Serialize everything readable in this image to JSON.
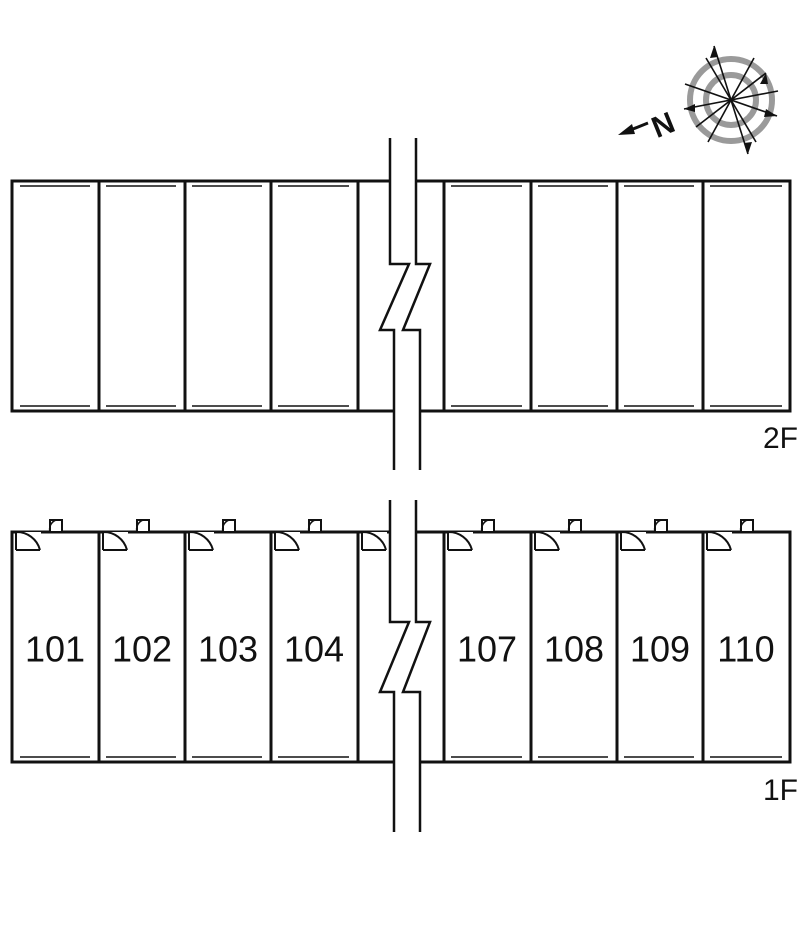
{
  "floors": [
    {
      "label": "2F",
      "units": [
        "",
        "",
        "",
        "",
        "",
        "",
        "",
        "",
        ""
      ]
    },
    {
      "label": "1F",
      "units": [
        "101",
        "102",
        "103",
        "104",
        "",
        "107",
        "108",
        "109",
        "110"
      ]
    }
  ],
  "compass": {
    "north_label": "N",
    "icon": "compass-rose-icon"
  },
  "colors": {
    "line": "#111111",
    "compass_ring": "#9a9a9a",
    "background": "#ffffff"
  }
}
